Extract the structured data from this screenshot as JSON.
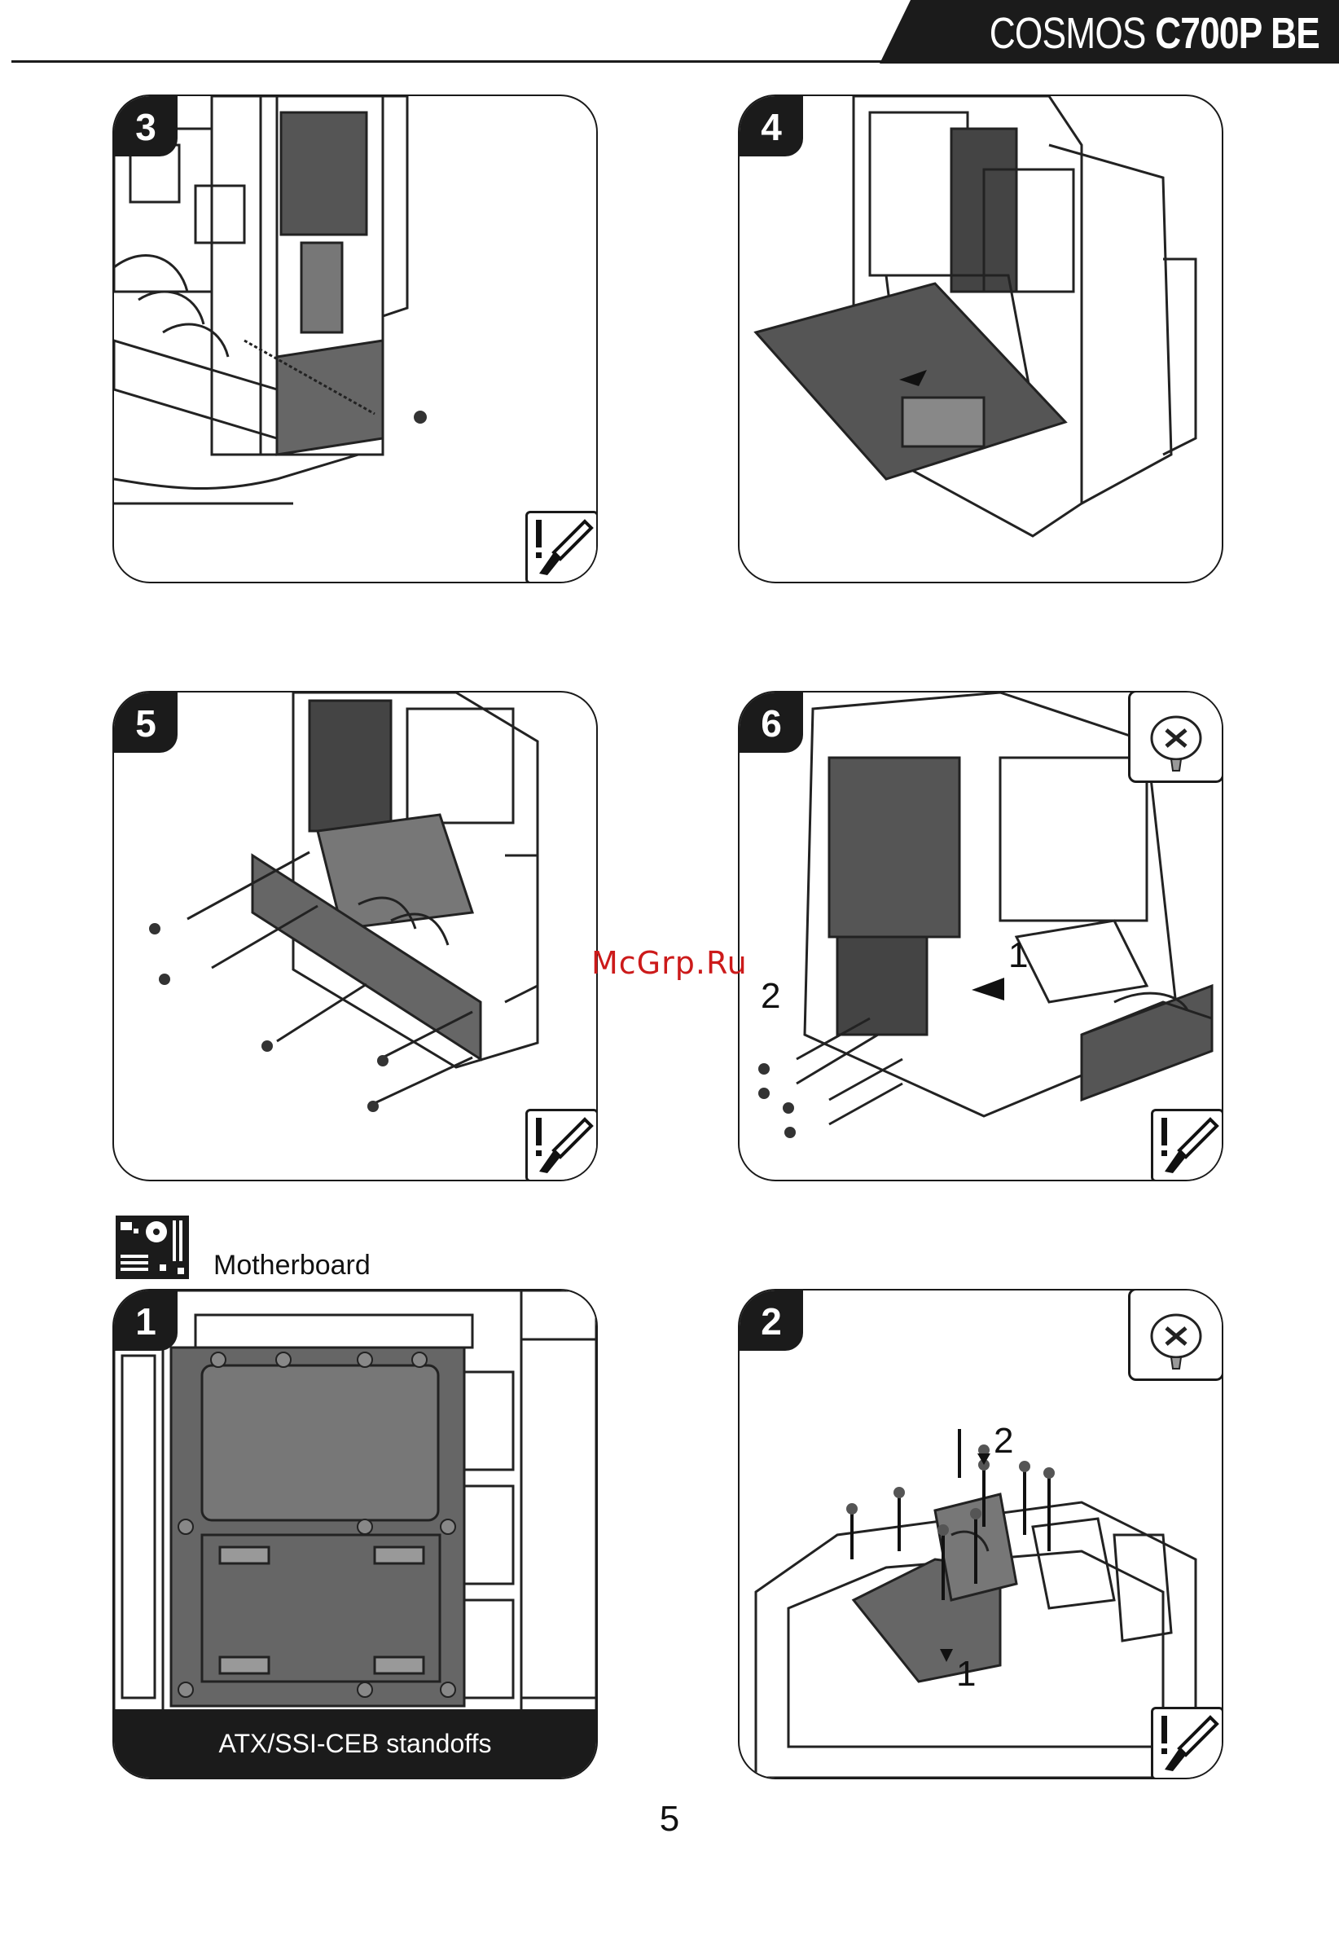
{
  "header": {
    "brand": "COSMOS",
    "model": "C700P BE"
  },
  "steps_top": [
    {
      "number": "3"
    },
    {
      "number": "4"
    },
    {
      "number": "5"
    },
    {
      "number": "6",
      "callouts": [
        "1",
        "2"
      ]
    }
  ],
  "watermark": "McGrp.Ru",
  "section": {
    "label": "Motherboard",
    "icon": "motherboard-icon"
  },
  "steps_bottom": [
    {
      "number": "1",
      "caption": "ATX/SSI-CEB standoffs"
    },
    {
      "number": "2",
      "callouts": [
        "2",
        "1"
      ]
    }
  ],
  "icons": {
    "tool": "screwdriver-caution-icon",
    "screw": "screw-icon"
  },
  "page_number": "5"
}
